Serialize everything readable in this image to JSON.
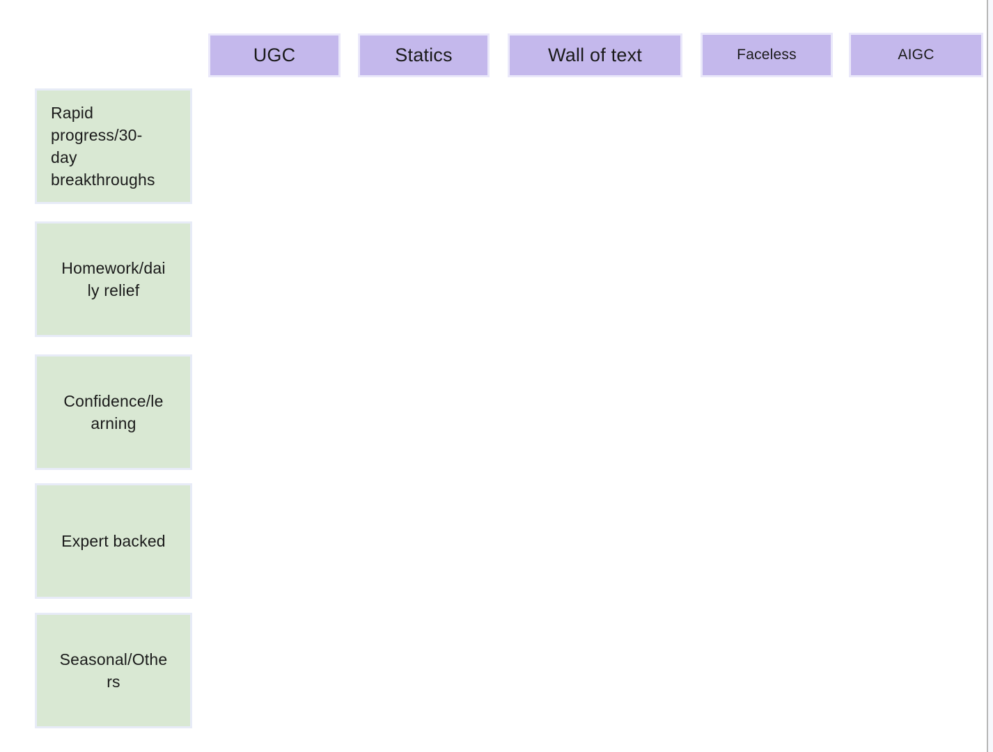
{
  "board": {
    "background": "#ffffff",
    "edge_line_color": "#b7b7b7",
    "edge_panel_color": "#f7f8fc"
  },
  "matrix": {
    "styles": {
      "column_fill": "#c4b8ec",
      "column_border": "#eae8fa",
      "row_fill": "#d9e8d3",
      "row_border": "#e7ebf7",
      "text_color": "#1a1a1a"
    },
    "columns": [
      {
        "label": "UGC"
      },
      {
        "label": "Statics"
      },
      {
        "label": "Wall of text"
      },
      {
        "label": "Faceless"
      },
      {
        "label": "AIGC"
      }
    ],
    "rows": [
      {
        "label": "Rapid\nprogress/30-\nday\nbreakthroughs"
      },
      {
        "label": "Homework/dai\nly relief"
      },
      {
        "label": "Confidence/le\narning"
      },
      {
        "label": "Expert backed"
      },
      {
        "label": "Seasonal/Othe\nrs"
      }
    ]
  }
}
